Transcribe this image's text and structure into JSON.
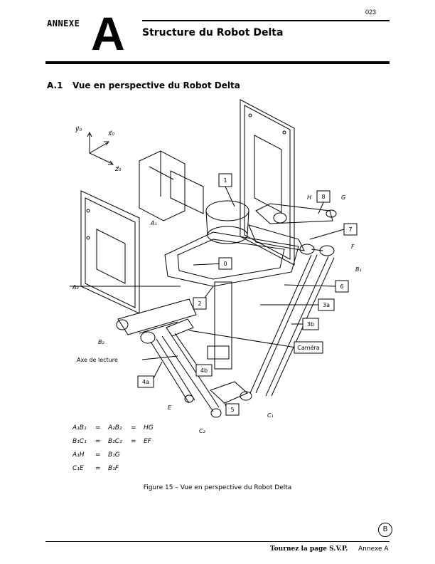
{
  "header": {
    "page_number": "023",
    "annexe_label": "ANNEXE",
    "annexe_letter": "A",
    "title": "Structure du Robot Delta"
  },
  "section": {
    "number": "A.1",
    "title": "Vue en perspective du Robot Delta"
  },
  "figure": {
    "axes": {
      "y": "y⃗₀",
      "x": "x⃗₀",
      "z": "z⃗₀"
    },
    "boxed_labels": [
      "1",
      "8",
      "7",
      "0",
      "6",
      "2",
      "3a",
      "3b",
      "Caméra",
      "4b",
      "4a",
      "5"
    ],
    "point_labels": [
      "H",
      "G",
      "A₁",
      "F",
      "B₁",
      "A₂",
      "B₂",
      "Axe de lecture",
      "E",
      "C₁",
      "C₂"
    ],
    "equations": [
      [
        "A₁B₁",
        "=",
        "A₂B₂",
        "=",
        "HG"
      ],
      [
        "B₁C₁",
        "=",
        "B₂C₂",
        "=",
        "EF"
      ],
      [
        "A₁H",
        "=",
        "B₁G",
        "",
        ""
      ],
      [
        "C₁E",
        "=",
        "B₁F",
        "",
        ""
      ]
    ],
    "caption": "Figure 15 – Vue en perspective du Robot Delta"
  },
  "footer": {
    "circle_letter": "B",
    "next_page": "Tournez la page S.V.P.",
    "annex_ref": "Annexe A"
  }
}
